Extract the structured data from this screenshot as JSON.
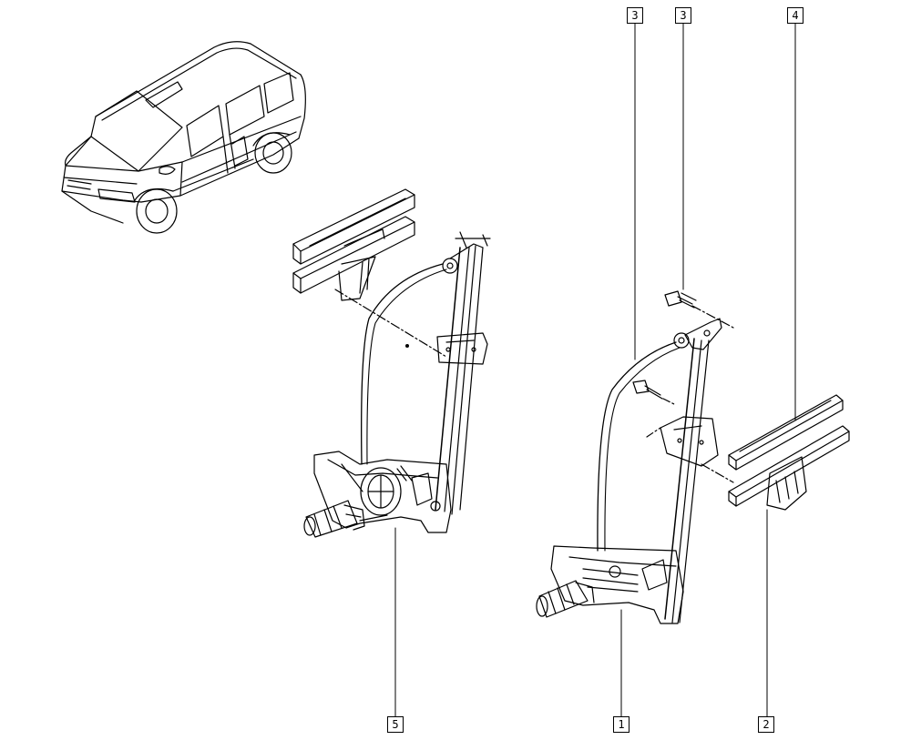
{
  "diagram": {
    "callouts": [
      {
        "id": "c3a",
        "label": "3"
      },
      {
        "id": "c3b",
        "label": "3"
      },
      {
        "id": "c4",
        "label": "4"
      },
      {
        "id": "c5",
        "label": "5"
      },
      {
        "id": "c1",
        "label": "1"
      },
      {
        "id": "c2",
        "label": "2"
      }
    ],
    "colors": {
      "ink": "#000000",
      "paper": "#ffffff"
    }
  }
}
